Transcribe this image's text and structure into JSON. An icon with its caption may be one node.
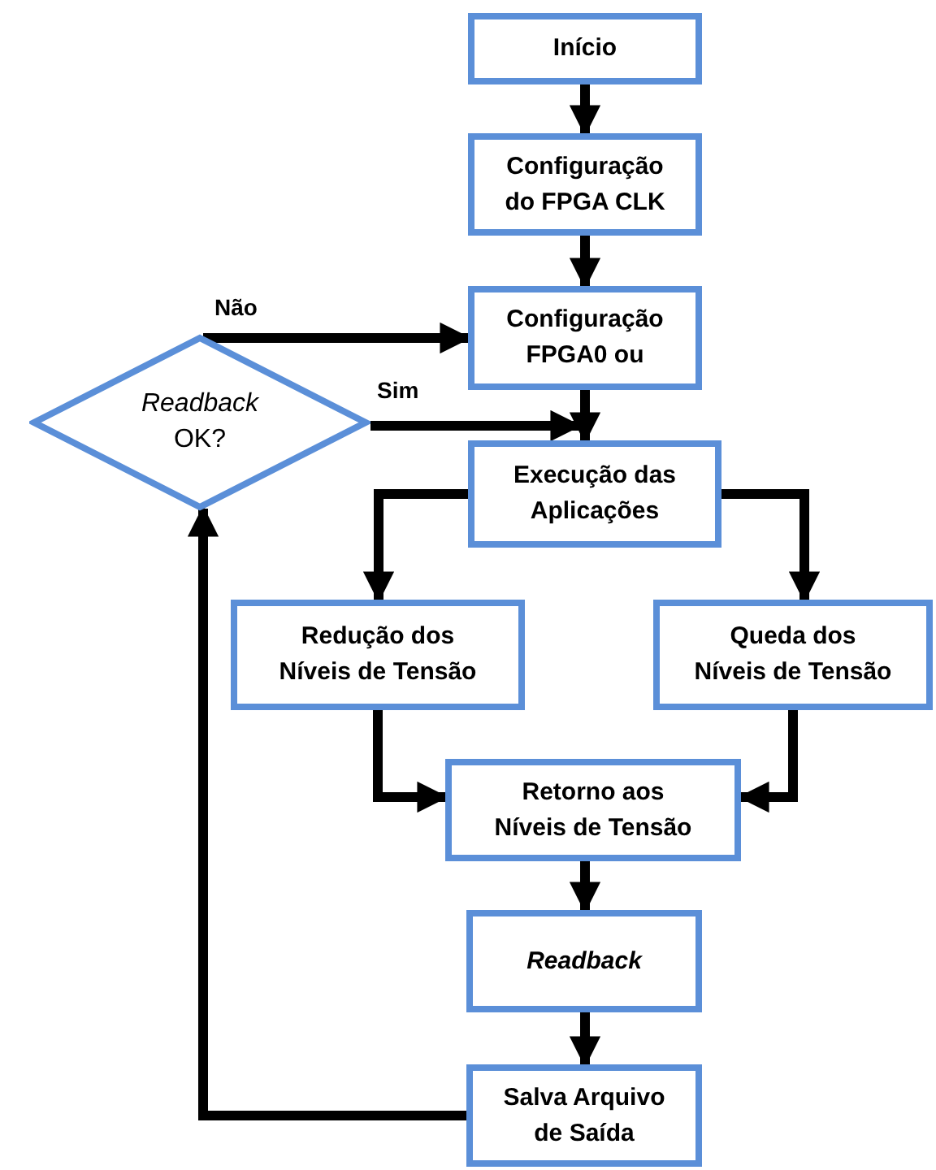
{
  "diagram": {
    "nodes": [
      {
        "text": [
          "Início"
        ]
      },
      {
        "text": [
          "Configuração do FPGA CLK"
        ]
      },
      {
        "text": [
          "Configuração FPGA0 ou"
        ]
      },
      {
        "text": [
          "*Readback* OK?"
        ]
      },
      {
        "text": [
          "Execução das Aplicações"
        ]
      },
      {
        "text": [
          "Redução dos Níveis de Tensão"
        ]
      },
      {
        "text": [
          "Queda dos Níveis de Tensão"
        ]
      },
      {
        "text": [
          "Retorno aos Níveis de Tensão"
        ]
      },
      {
        "text": [
          "Readback"
        ]
      },
      {
        "text": [
          "Salva Arquivo de Saída"
        ]
      }
    ],
    "edges": [
      {
        "from": 0,
        "to": 1,
        "arrow": "to"
      },
      {
        "from": 1,
        "to": 2,
        "arrow": "to"
      },
      {
        "from": 2,
        "to": 4,
        "arrow": "to"
      },
      {
        "from": 3,
        "to": 2,
        "arrow": "to",
        "label": "Não"
      },
      {
        "from": 3,
        "to": 4,
        "arrow": "to",
        "label": "Sim"
      },
      {
        "from": 4,
        "to": 5,
        "arrow": "to"
      },
      {
        "from": 4,
        "to": 6,
        "arrow": "to"
      },
      {
        "from": 5,
        "to": 7,
        "arrow": "to"
      },
      {
        "from": 6,
        "to": 7,
        "arrow": "to"
      },
      {
        "from": 7,
        "to": 8,
        "arrow": "to"
      },
      {
        "from": 8,
        "to": 9,
        "arrow": "to"
      },
      {
        "from": 9,
        "to": 3,
        "arrow": "to"
      }
    ]
  }
}
